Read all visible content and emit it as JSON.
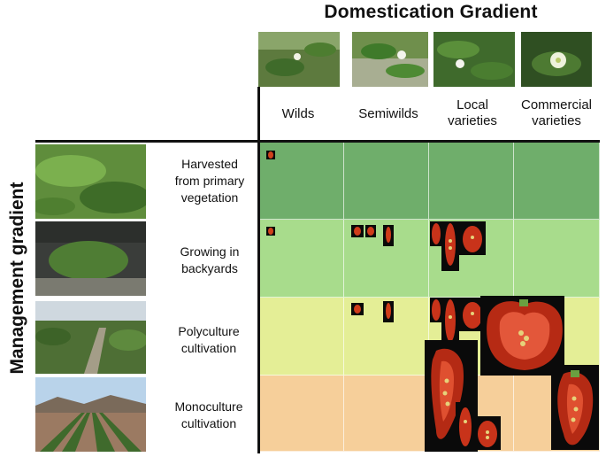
{
  "title_domestication": "Domestication Gradient",
  "title_management": "Management gradient",
  "columns": [
    {
      "label": "Wilds"
    },
    {
      "label": "Semiwilds"
    },
    {
      "label": "Local varieties"
    },
    {
      "label": "Commercial varieties"
    }
  ],
  "rows": [
    {
      "label": "Harvested from primary vegetation"
    },
    {
      "label": "Growing in backyards"
    },
    {
      "label": "Polyculture cultivation"
    },
    {
      "label": "Monoculture cultivation"
    }
  ],
  "colors": {
    "row1": "#6fae6b",
    "row2": "#a8dc8c",
    "row3": "#e4ee96",
    "row4": "#f6cf9a",
    "fruit_red": "#c8331a",
    "fruit_seed": "#e6d27a"
  }
}
